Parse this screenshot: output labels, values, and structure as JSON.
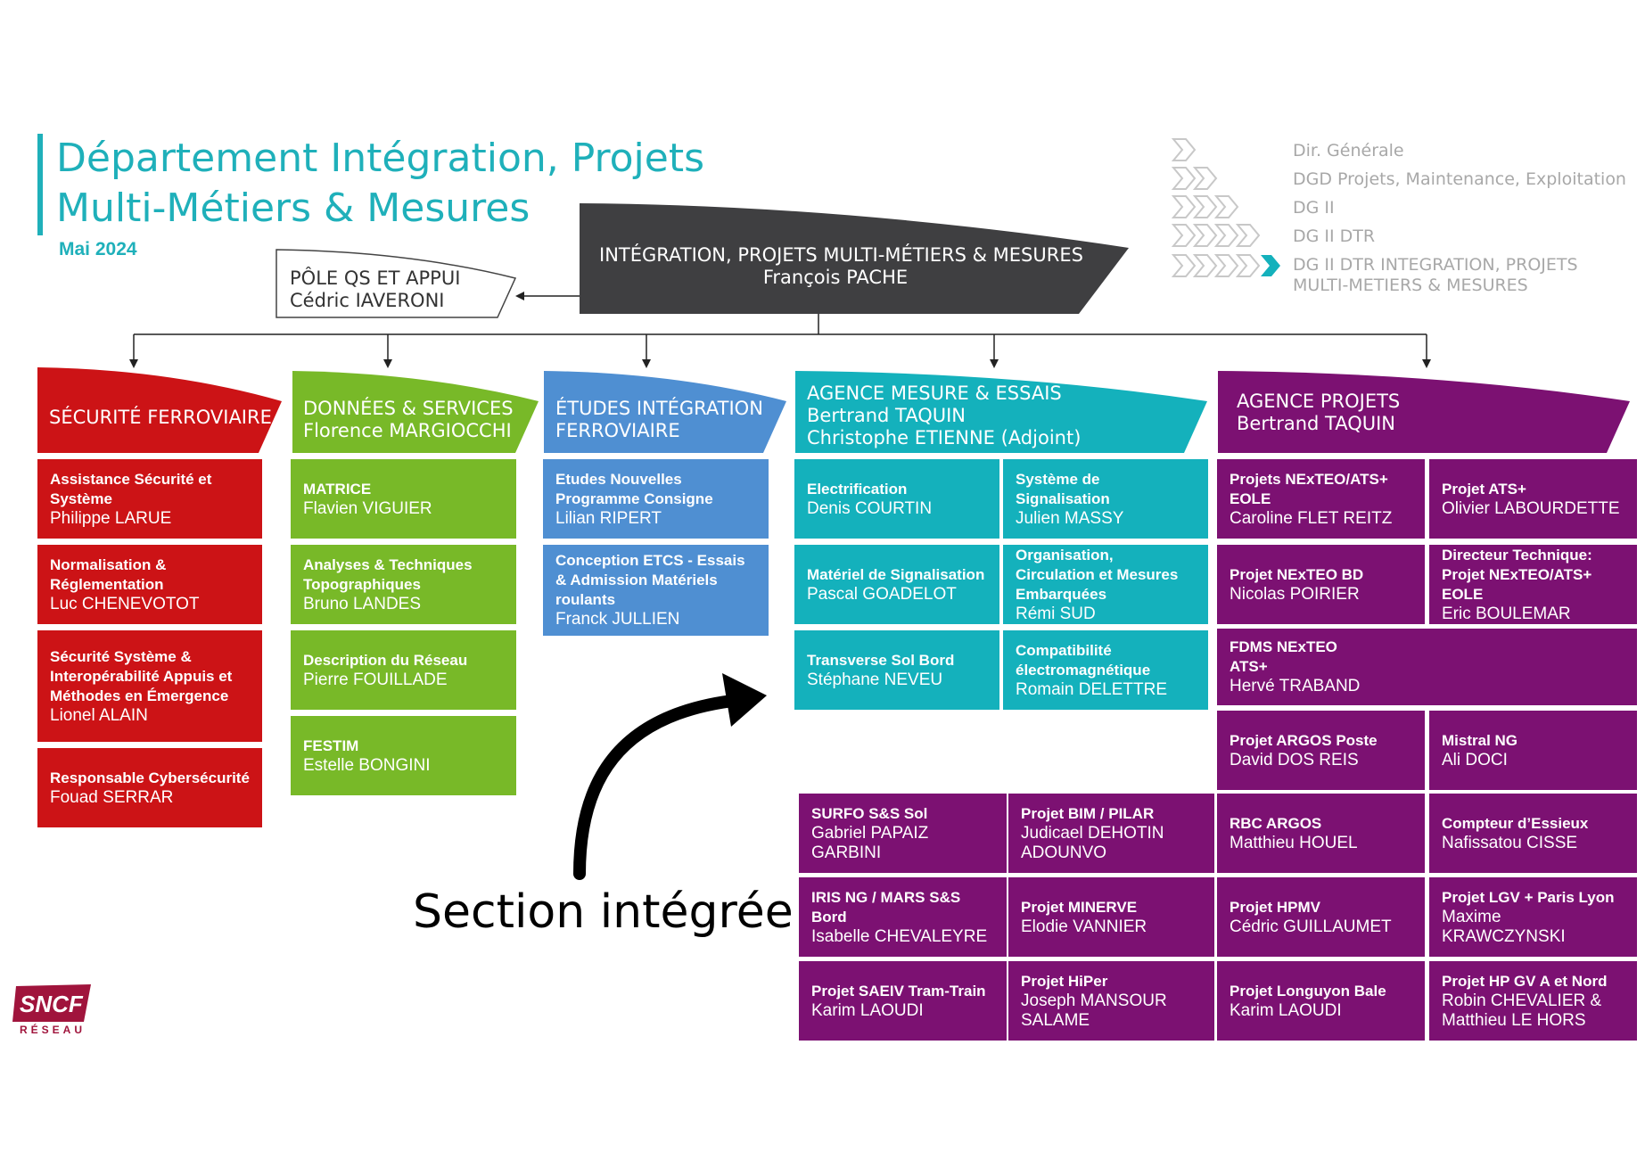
{
  "header": {
    "title_line1": "Département Intégration, Projets",
    "title_line2": "Multi-Métiers & Mesures",
    "date": "Mai 2024"
  },
  "hierarchy": [
    "Dir. Générale",
    "DGD Projets, Maintenance, Exploitation",
    "DG II",
    "DG II DTR",
    "DG II DTR INTEGRATION, PROJETS",
    "MULTI-METIERS & MESURES"
  ],
  "top": {
    "title": "INTÉGRATION, PROJETS MULTI-MÉTIERS & MESURES",
    "person": "François PACHE"
  },
  "pole": {
    "title": "PÔLE QS ET APPUI",
    "person": "Cédric IAVERONI"
  },
  "colors": {
    "red": "#cc1316",
    "green": "#78b928",
    "blue": "#4f8fd2",
    "teal": "#14b1bc",
    "purple": "#7c1172",
    "dark": "#3f3f41",
    "title": "#1fb0ba"
  },
  "securite": {
    "head": "SÉCURITÉ FERROVIAIRE",
    "items": [
      {
        "t": "Assistance Sécurité et Système",
        "n": "Philippe LARUE"
      },
      {
        "t": "Normalisation & Réglementation",
        "n": "Luc CHENEVOTOT"
      },
      {
        "t": "Sécurité Système & Interopérabilité Appuis et Méthodes en Émergence",
        "n": "Lionel ALAIN"
      },
      {
        "t": "Responsable Cybersécurité",
        "n": "Fouad SERRAR"
      }
    ]
  },
  "donnees": {
    "head1": "DONNÉES & SERVICES",
    "head2": "Florence MARGIOCCHI",
    "items": [
      {
        "t": "MATRICE",
        "n": "Flavien VIGUIER"
      },
      {
        "t": "Analyses & Techniques Topographiques",
        "n": "Bruno LANDES"
      },
      {
        "t": "Description du Réseau",
        "n": "Pierre FOUILLADE"
      },
      {
        "t": "FESTIM",
        "n": "Estelle BONGINI"
      }
    ]
  },
  "etudes": {
    "head1": "ÉTUDES INTÉGRATION",
    "head2": "FERROVIAIRE",
    "items": [
      {
        "t": "Etudes Nouvelles Programme Consigne",
        "n": "Lilian RIPERT"
      },
      {
        "t": "Conception ETCS - Essais & Admission Matériels roulants",
        "n": "Franck JULLIEN"
      }
    ]
  },
  "agence_mesure": {
    "head1": "AGENCE MESURE & ESSAIS",
    "head2": "Bertrand TAQUIN",
    "head3": "Christophe ETIENNE (Adjoint)",
    "items": [
      {
        "t": "Electrification",
        "n": "Denis COURTIN"
      },
      {
        "t": "Système de Signalisation",
        "n": "Julien MASSY"
      },
      {
        "t": "Matériel de Signalisation",
        "n": "Pascal GOADELOT"
      },
      {
        "t": "Organisation, Circulation et Mesures Embarquées",
        "n": "Rémi SUD"
      },
      {
        "t": "Transverse Sol Bord",
        "n": "Stéphane NEVEU"
      },
      {
        "t": "Compatibilité électromagnétique",
        "n": "Romain DELETTRE"
      }
    ]
  },
  "agence_projets": {
    "head1": "AGENCE PROJETS",
    "head2": "Bertrand TAQUIN",
    "items": [
      {
        "t": "Projets NExTEO/ATS+ EOLE",
        "n": "Caroline FLET REITZ"
      },
      {
        "t": "Projet ATS+",
        "n": "Olivier LABOURDETTE"
      },
      {
        "t": "Projet NExTEO BD",
        "n": "Nicolas POIRIER"
      },
      {
        "t": "Directeur Technique: Projet NExTEO/ATS+ EOLE",
        "n": "Eric BOULEMAR"
      },
      {
        "t": "FDMS NExTEO ATS+",
        "n": "Hervé TRABAND"
      },
      {
        "t": "Projet ARGOS Poste",
        "n": "David DOS REIS"
      },
      {
        "t": "Mistral NG",
        "n": "Ali DOCI"
      },
      {
        "t": "SURFO S&S Sol",
        "n": "Gabriel PAPAIZ GARBINI"
      },
      {
        "t": "Projet BIM / PILAR",
        "n": "Judicael DEHOTIN ADOUNVO"
      },
      {
        "t": "RBC ARGOS",
        "n": "Matthieu HOUEL"
      },
      {
        "t": "Compteur d’Essieux",
        "n": "Nafissatou CISSE"
      },
      {
        "t": "IRIS NG / MARS S&S Bord",
        "n": "Isabelle CHEVALEYRE"
      },
      {
        "t": "Projet MINERVE",
        "n": "Elodie VANNIER"
      },
      {
        "t": "Projet HPMV",
        "n": "Cédric GUILLAUMET"
      },
      {
        "t": "Projet LGV + Paris Lyon",
        "n": "Maxime KRAWCZYNSKI"
      },
      {
        "t": "Projet SAEIV Tram-Train",
        "n": "Karim LAOUDI"
      },
      {
        "t": "Projet HiPer",
        "n": "Joseph MANSOUR SALAME"
      },
      {
        "t": "Projet Longuyon Bale",
        "n": "Karim LAOUDI"
      },
      {
        "t": "Projet HP GV A et Nord",
        "n": "Robin CHEVALIER & Matthieu LE HORS"
      }
    ]
  },
  "annotation": "Section intégrée",
  "logo": {
    "name": "SNCF",
    "sub": "RÉSEAU"
  }
}
